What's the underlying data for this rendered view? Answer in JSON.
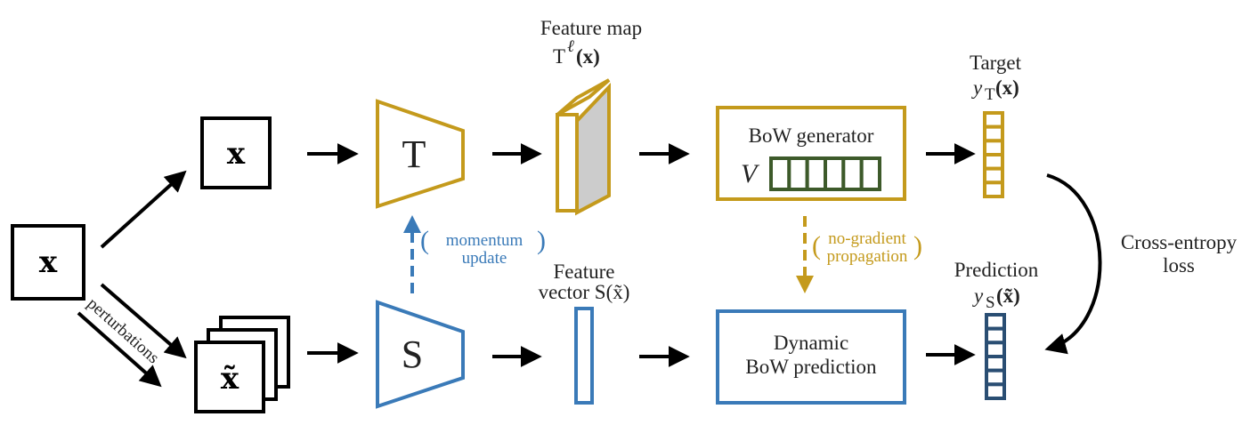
{
  "colors": {
    "teacher": "#c49a1c",
    "student": "#3a7ab8",
    "vocab": "#3d5a2a",
    "prediction_bins": "#2a4e73",
    "feature_fill": "#cccccc",
    "text": "#222222"
  },
  "input": {
    "symbol": "x"
  },
  "teacher_input": {
    "symbol": "x"
  },
  "student_input": {
    "symbol": "x̃"
  },
  "perturbations": {
    "label": "perturbations"
  },
  "teacher": {
    "symbol": "T"
  },
  "student": {
    "symbol": "S"
  },
  "momentum": {
    "line1": "momentum",
    "line2": "update"
  },
  "feature_map": {
    "line1": "Feature map",
    "line2_base": "T",
    "line2_sup": "ℓ",
    "line2_arg": "(x)"
  },
  "feature_vector": {
    "line1": "Feature",
    "line2": "vector S(x̃)"
  },
  "bow_generator": {
    "title": "BoW generator",
    "vocab_symbol": "V",
    "vocab_cells": 6
  },
  "no_gradient": {
    "line1": "no-gradient",
    "line2": "propagation"
  },
  "dynamic_bow": {
    "line1": "Dynamic",
    "line2": "BoW prediction"
  },
  "target": {
    "line1": "Target",
    "symbol": "y",
    "sub": "T",
    "arg": "(x)",
    "bins": 6
  },
  "prediction": {
    "line1": "Prediction",
    "symbol": "y",
    "sub": "S",
    "arg": "(x̃)",
    "bins": 6
  },
  "loss": {
    "line1": "Cross-entropy",
    "line2": "loss"
  }
}
